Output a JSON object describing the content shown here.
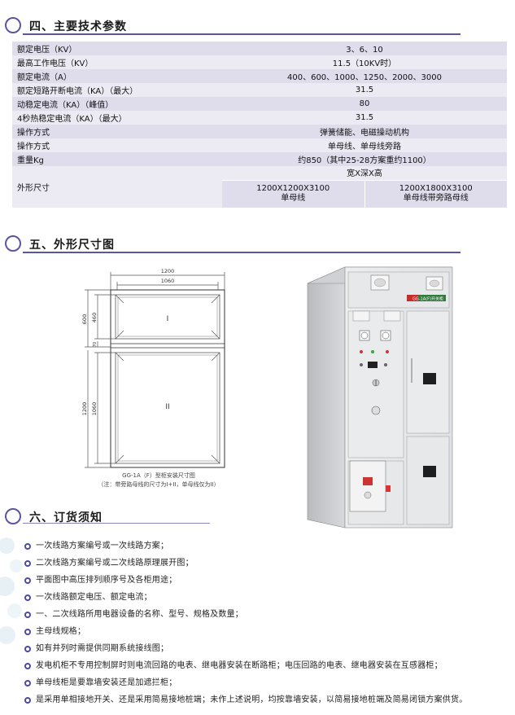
{
  "sections": {
    "specs_title": "四、主要技术参数",
    "dims_title": "五、外形尺寸图",
    "order_title": "六、订货须知"
  },
  "spec_rows": [
    {
      "key": "额定电压（KV）",
      "value": "3、6、10"
    },
    {
      "key": "最高工作电压（KV）",
      "value": "11.5（10KV时）"
    },
    {
      "key": "额定电流（A）",
      "value": "400、600、1000、1250、2000、3000"
    },
    {
      "key": "额定短路开断电流（KA）（最大）",
      "value": "31.5"
    },
    {
      "key": "动稳定电流（KA）（峰值）",
      "value": "80"
    },
    {
      "key": "4秒热稳定电流（KA）（最大）",
      "value": "31.5"
    },
    {
      "key": "操作方式",
      "value": "弹簧储能、电磁操动机构"
    },
    {
      "key": "操作方式",
      "value": "单母线、单母线旁路"
    },
    {
      "key": "重量Kg",
      "value": "约850（其中25-28方案重约1100）"
    }
  ],
  "dimensions": {
    "key": "外形尺寸",
    "header": "宽X深X高",
    "single_size": "1200X1200X3100",
    "single_label": "单母线",
    "bypass_size": "1200X1800X3100",
    "bypass_label": "单母线带旁路母线"
  },
  "drawing": {
    "w_outer": "1200",
    "w_inner": "1060",
    "h_600": "600",
    "h_460": "460",
    "h_70": "70",
    "h_1200": "1200",
    "h_1060": "1060",
    "mark_top": "I",
    "mark_bottom": "II",
    "caption": "GG-1A（F）型柜安装尺寸图",
    "note": "（注：带旁路母线的尺寸为I+II，单母线仅为II）"
  },
  "cabinet": {
    "nameplate": "GG-1A(F)开关柜"
  },
  "order_items": [
    "一次线路方案编号或一次线路方案；",
    "二次线路方案编号或二次线路原理展开图；",
    "平面图中高压排列顺序号及各柜用途；",
    "一次线路额定电压、额定电流；",
    "一、二次线路所用电器设备的名称、型号、规格及数量；",
    "主母线规格；",
    "如有并列时需提供同期系统接线图；",
    "发电机柜不专用控制屏时则电流回路的电表、继电器安装在断路柜；电压回路的电表、继电器安装在互感器柜；",
    "单母线柜是要靠墙安装还是加遮拦柜；",
    "是采用单相接地开关、还是采用简易接地桩端；未作上述说明，均按靠墙安装，以简易接地桩端及简易闭锁方案供货。"
  ],
  "colors": {
    "accent": "#5b55a3",
    "row_dark": "#dfdcec",
    "row_light": "#ecebf4"
  }
}
